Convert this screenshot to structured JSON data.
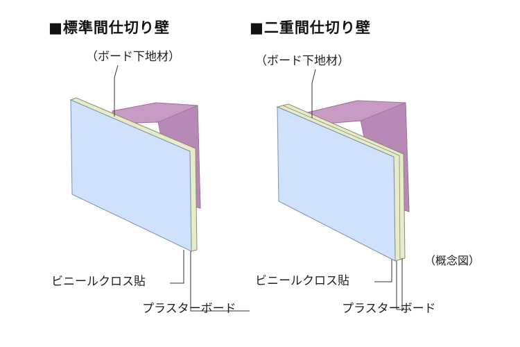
{
  "left_diagram": {
    "title": "■標準間仕切り壁",
    "base_label": "（ボード下地材）",
    "cloth_label": "ビニールクロス貼",
    "board_label": "プラスターボード"
  },
  "right_diagram": {
    "title": "■二重間仕切り壁",
    "base_label": "（ボード下地材）",
    "cloth_label": "ビニールクロス貼",
    "board_label": "プラスターボード"
  },
  "note": "（概念図）",
  "colors": {
    "stud": "#c79bc4",
    "stud_dark": "#b585b3",
    "board_face": "#cfe1fb",
    "board_edge": "#e4ecc9",
    "leader": "#333333"
  }
}
